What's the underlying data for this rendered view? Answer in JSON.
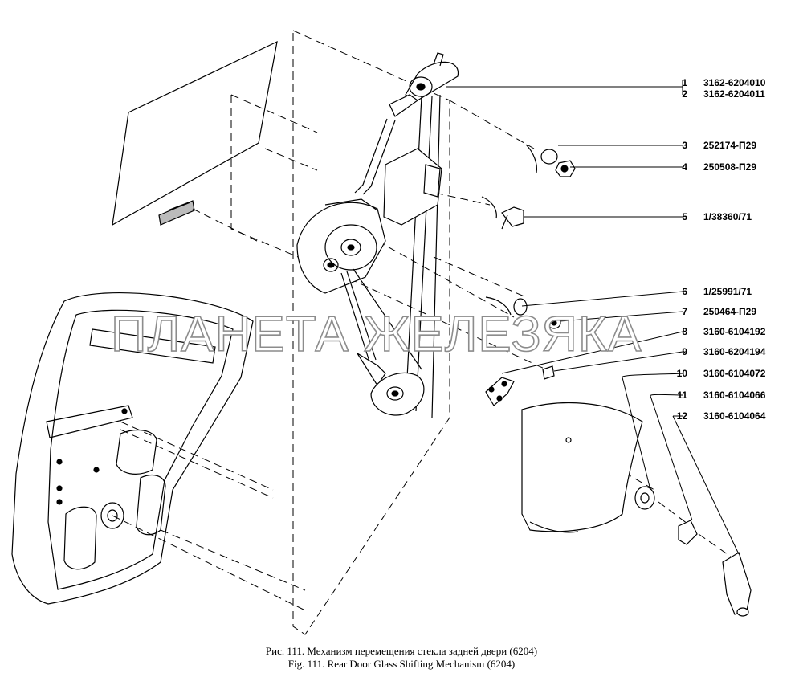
{
  "watermark": "ПЛАНЕТА ЖЕЛЕЗЯКА",
  "caption": {
    "ru": "Рис. 111. Механизм перемещения стекла задней двери (6204)",
    "en": "Fig. 111. Rear Door Glass Shifting Mechanism (6204)"
  },
  "callouts": [
    {
      "num": "1",
      "part": "3162-6204010"
    },
    {
      "num": "2",
      "part": "3162-6204011"
    },
    {
      "num": "3",
      "part": "252174-П29"
    },
    {
      "num": "4",
      "part": "250508-П29"
    },
    {
      "num": "5",
      "part": "1/38360/71"
    },
    {
      "num": "6",
      "part": "1/25991/71"
    },
    {
      "num": "7",
      "part": "250464-П29"
    },
    {
      "num": "8",
      "part": "3160-6104192"
    },
    {
      "num": "9",
      "part": "3160-6204194"
    },
    {
      "num": "10",
      "part": "3160-6104072"
    },
    {
      "num": "11",
      "part": "3160-6104066"
    },
    {
      "num": "12",
      "part": "3160-6104064"
    }
  ]
}
